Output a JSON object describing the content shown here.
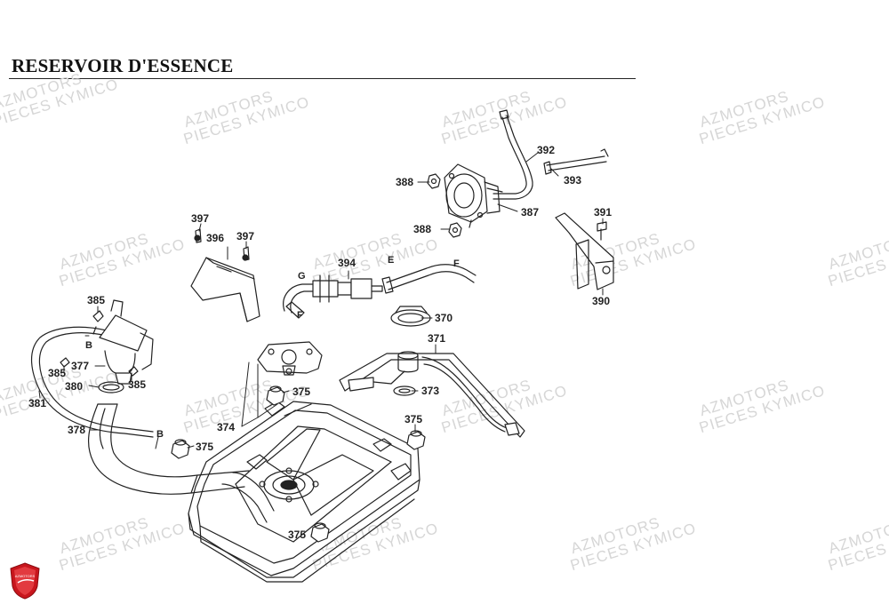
{
  "title": "RESERVOIR D'ESSENCE",
  "watermark": {
    "line1": "AZMOTORS",
    "line2": "PIECES KYMICO"
  },
  "logo_text": "AZMOTORS",
  "colors": {
    "line": "#222222",
    "watermark": "#d6d6d6",
    "logo": "#c8161d"
  },
  "callouts": {
    "c388a": "388",
    "c388b": "388",
    "c392": "392",
    "c393": "393",
    "c387": "387",
    "c391": "391",
    "c390": "390",
    "c397a": "397",
    "c396": "396",
    "c397b": "397",
    "c394": "394",
    "c370": "370",
    "c371": "371",
    "c373": "373",
    "c385a": "385",
    "c385b": "385",
    "c385c": "385",
    "c377": "377",
    "c380": "380",
    "c381": "381",
    "c378": "378",
    "c375a": "375",
    "c375b": "375",
    "c375c": "375",
    "c375d": "375",
    "c374": "374"
  },
  "letters": {
    "lE": "E",
    "lF1": "F",
    "lG": "G",
    "lF2": "F",
    "lB1": "B",
    "lB2": "B"
  }
}
